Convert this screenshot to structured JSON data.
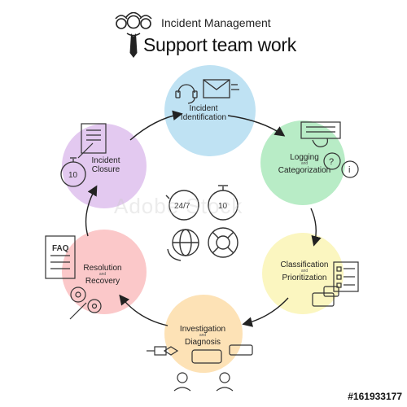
{
  "header": {
    "subtitle": "Incident Management",
    "title": "Support team work"
  },
  "stages": [
    {
      "line1": "Incident",
      "and": "",
      "line2": "Identification",
      "color": "#bfe2f3"
    },
    {
      "line1": "Logging",
      "and": "and",
      "line2": "Categorization",
      "color": "#b8ecc6"
    },
    {
      "line1": "Classification",
      "and": "and",
      "line2": "Prioritization",
      "color": "#fbf6c0"
    },
    {
      "line1": "Investigation",
      "and": "and",
      "line2": "Diagnosis",
      "color": "#fde2b6"
    },
    {
      "line1": "Resolution",
      "and": "and",
      "line2": "Recovery",
      "color": "#fbc8c9"
    },
    {
      "line1": "Incident",
      "and": "",
      "line2": "Closure",
      "color": "#e3c9f0"
    }
  ],
  "icons": {
    "faq_label": "FAQ",
    "timer_value": "10",
    "clock_label": "24/7"
  },
  "watermark": "Adobe Stock",
  "stock_id": "#161933177"
}
